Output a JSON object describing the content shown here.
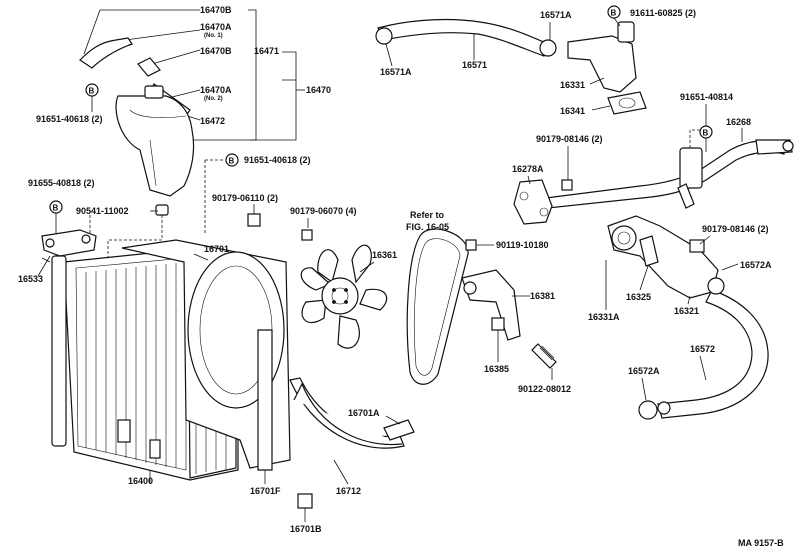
{
  "parts": {
    "p16470B_a": "16470B",
    "p16470A_a": "16470A",
    "p16470A_a_note": "(No. 1)",
    "p16470B_b": "16470B",
    "p16471": "16471",
    "p16470": "16470",
    "p16470A_b": "16470A",
    "p16470A_b_note": "(No. 2)",
    "p16472": "16472",
    "p91651_40618_a": "91651-40618 (2)",
    "p91651_40618_b": "91651-40618 (2)",
    "p91655_40818": "91655-40818 (2)",
    "p90541_11002": "90541-11002",
    "p16533": "16533",
    "p90179_06110": "90179-06110 (2)",
    "p90179_06070": "90179-06070 (4)",
    "p16701": "16701",
    "p16361": "16361",
    "p16400": "16400",
    "p16701F": "16701F",
    "p16701B": "16701B",
    "p16712": "16712",
    "p16701A": "16701A",
    "p16571A_a": "16571A",
    "p16571": "16571",
    "p16571A_b": "16571A",
    "p91611_60825": "91611-60825 (2)",
    "p16331": "16331",
    "p16341": "16341",
    "p91651_40814": "91651-40814",
    "p16268": "16268",
    "p90179_08146_a": "90179-08146 (2)",
    "p16278A": "16278A",
    "refer_a": "Refer to",
    "refer_b": "FIG. 16-05",
    "p90119_10180": "90119-10180",
    "p16381": "16381",
    "p16385": "16385",
    "p90122_08012": "90122-08012",
    "p90179_08146_b": "90179-08146 (2)",
    "p16572A_a": "16572A",
    "p16331A": "16331A",
    "p16325": "16325",
    "p16321": "16321",
    "p16572": "16572",
    "p16572A_b": "16572A",
    "b_symbol": "B"
  },
  "footer": {
    "code": "MA  9157-B"
  }
}
